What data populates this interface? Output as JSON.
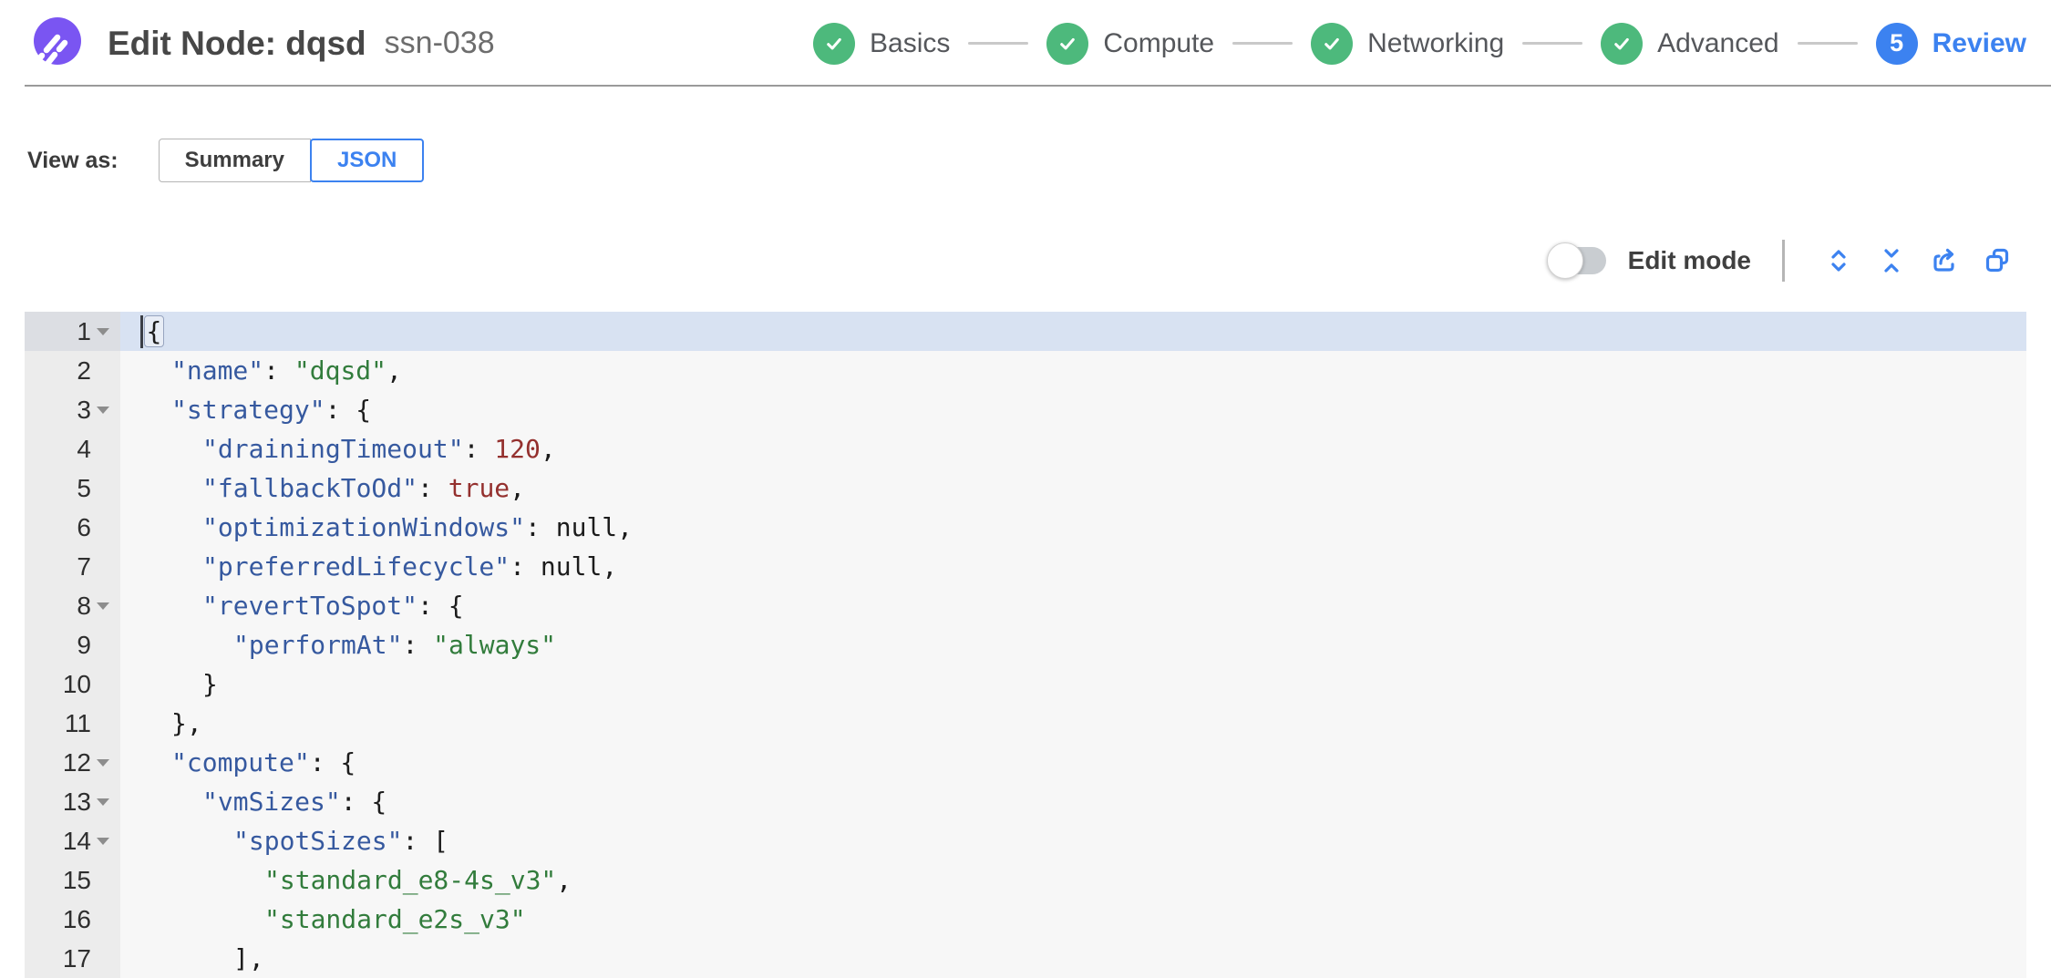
{
  "header": {
    "title": "Edit Node: dqsd",
    "subtitle": "ssn-038",
    "steps": [
      {
        "label": "Basics",
        "status": "complete"
      },
      {
        "label": "Compute",
        "status": "complete"
      },
      {
        "label": "Networking",
        "status": "complete"
      },
      {
        "label": "Advanced",
        "status": "complete"
      },
      {
        "label": "Review",
        "status": "current",
        "number": "5"
      }
    ]
  },
  "view_as": {
    "label": "View as:",
    "options": [
      {
        "label": "Summary",
        "selected": false
      },
      {
        "label": "JSON",
        "selected": true
      }
    ]
  },
  "toolbar": {
    "edit_mode_label": "Edit mode",
    "edit_mode_on": false,
    "icons": [
      "expand-icon",
      "collapse-icon",
      "export-icon",
      "copy-icon"
    ]
  },
  "colors": {
    "accent_blue": "#3c82f0",
    "step_green": "#4db97c",
    "key_blue": "#36599f",
    "string_green": "#327c3c",
    "number_red": "#94302e",
    "active_line": "#d8e2f2"
  },
  "editor": {
    "lines": [
      {
        "n": 1,
        "indent": 0,
        "fold": true,
        "active": true,
        "tokens": [
          {
            "t": "{",
            "c": "p",
            "m": true
          }
        ]
      },
      {
        "n": 2,
        "indent": 1,
        "tokens": [
          {
            "t": "\"name\"",
            "c": "key"
          },
          {
            "t": ": ",
            "c": "p"
          },
          {
            "t": "\"dqsd\"",
            "c": "str"
          },
          {
            "t": ",",
            "c": "p"
          }
        ]
      },
      {
        "n": 3,
        "indent": 1,
        "fold": true,
        "tokens": [
          {
            "t": "\"strategy\"",
            "c": "key"
          },
          {
            "t": ": {",
            "c": "p"
          }
        ]
      },
      {
        "n": 4,
        "indent": 2,
        "tokens": [
          {
            "t": "\"drainingTimeout\"",
            "c": "key"
          },
          {
            "t": ": ",
            "c": "p"
          },
          {
            "t": "120",
            "c": "num"
          },
          {
            "t": ",",
            "c": "p"
          }
        ]
      },
      {
        "n": 5,
        "indent": 2,
        "tokens": [
          {
            "t": "\"fallbackToOd\"",
            "c": "key"
          },
          {
            "t": ": ",
            "c": "p"
          },
          {
            "t": "true",
            "c": "num"
          },
          {
            "t": ",",
            "c": "p"
          }
        ]
      },
      {
        "n": 6,
        "indent": 2,
        "tokens": [
          {
            "t": "\"optimizationWindows\"",
            "c": "key"
          },
          {
            "t": ": ",
            "c": "p"
          },
          {
            "t": "null",
            "c": "nul"
          },
          {
            "t": ",",
            "c": "p"
          }
        ]
      },
      {
        "n": 7,
        "indent": 2,
        "tokens": [
          {
            "t": "\"preferredLifecycle\"",
            "c": "key"
          },
          {
            "t": ": ",
            "c": "p"
          },
          {
            "t": "null",
            "c": "nul"
          },
          {
            "t": ",",
            "c": "p"
          }
        ]
      },
      {
        "n": 8,
        "indent": 2,
        "fold": true,
        "tokens": [
          {
            "t": "\"revertToSpot\"",
            "c": "key"
          },
          {
            "t": ": {",
            "c": "p"
          }
        ]
      },
      {
        "n": 9,
        "indent": 3,
        "tokens": [
          {
            "t": "\"performAt\"",
            "c": "key"
          },
          {
            "t": ": ",
            "c": "p"
          },
          {
            "t": "\"always\"",
            "c": "str"
          }
        ]
      },
      {
        "n": 10,
        "indent": 2,
        "tokens": [
          {
            "t": "}",
            "c": "p"
          }
        ]
      },
      {
        "n": 11,
        "indent": 1,
        "tokens": [
          {
            "t": "},",
            "c": "p"
          }
        ]
      },
      {
        "n": 12,
        "indent": 1,
        "fold": true,
        "tokens": [
          {
            "t": "\"compute\"",
            "c": "key"
          },
          {
            "t": ": {",
            "c": "p"
          }
        ]
      },
      {
        "n": 13,
        "indent": 2,
        "fold": true,
        "tokens": [
          {
            "t": "\"vmSizes\"",
            "c": "key"
          },
          {
            "t": ": {",
            "c": "p"
          }
        ]
      },
      {
        "n": 14,
        "indent": 3,
        "fold": true,
        "tokens": [
          {
            "t": "\"spotSizes\"",
            "c": "key"
          },
          {
            "t": ": [",
            "c": "p"
          }
        ]
      },
      {
        "n": 15,
        "indent": 4,
        "tokens": [
          {
            "t": "\"standard_e8-4s_v3\"",
            "c": "str"
          },
          {
            "t": ",",
            "c": "p"
          }
        ]
      },
      {
        "n": 16,
        "indent": 4,
        "tokens": [
          {
            "t": "\"standard_e2s_v3\"",
            "c": "str"
          }
        ]
      },
      {
        "n": 17,
        "indent": 3,
        "tokens": [
          {
            "t": "],",
            "c": "p"
          }
        ]
      }
    ]
  }
}
